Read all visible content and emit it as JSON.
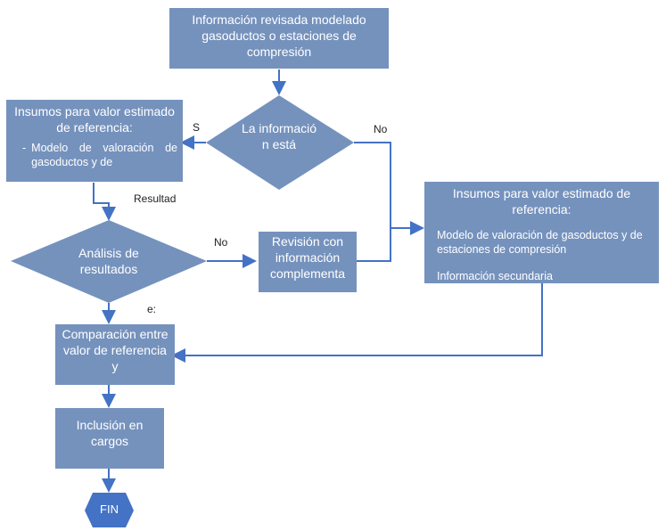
{
  "nodes": {
    "info_revisada": "Información revisada modelado gasoductos o estaciones de compresión",
    "insumos_left_title": "Insumos para valor estimado de referencia:",
    "insumos_left_bullet": "-",
    "insumos_left_item": "Modelo de valoración de gasoductos y de",
    "decision_info": "La informació n está",
    "analisis": "Análisis de resultados",
    "revision": "Revisión con información complementa",
    "insumos_right_title": "Insumos para valor estimado de referencia:",
    "insumos_right_item1": "Modelo de valoración de gasoductos y de estaciones de compresión",
    "insumos_right_item2": "Información secundaria",
    "comparacion": "Comparación entre valor de referencia y",
    "inclusion": "Inclusión en cargos",
    "fin": "FIN"
  },
  "labels": {
    "si_top": "S",
    "no_top": "No",
    "resultado": "Resultad",
    "no_mid": "No",
    "si_mid": "e:"
  },
  "colors": {
    "node_fill": "#7592bd",
    "arrow": "#4472c4",
    "text": "#ffffff"
  }
}
